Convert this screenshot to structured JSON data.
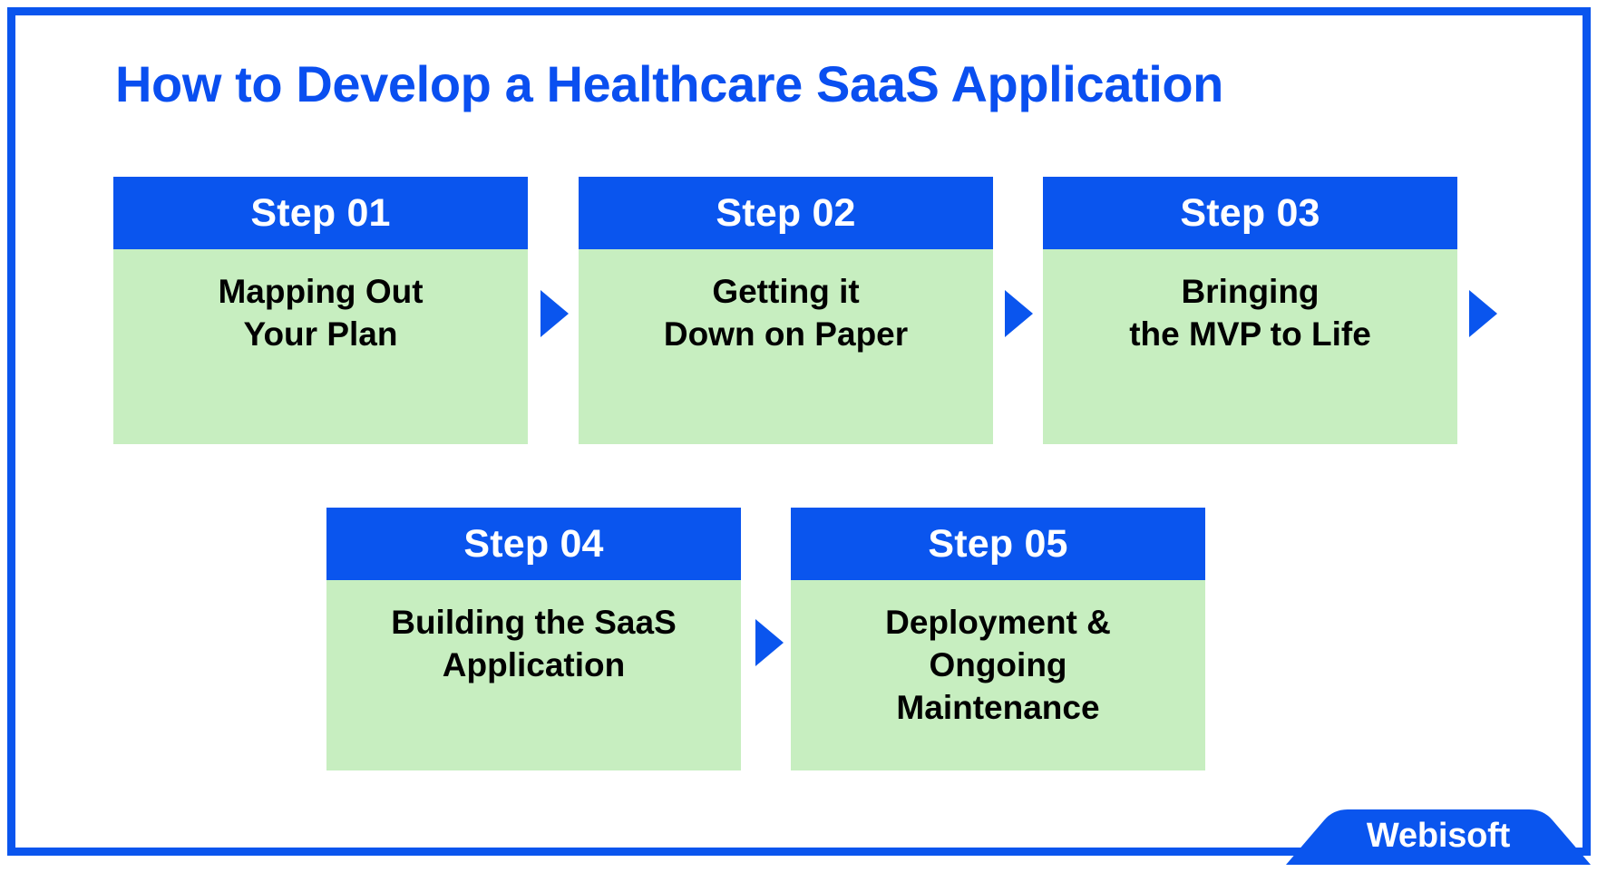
{
  "poster": {
    "title": "How to Develop a Healthcare SaaS Application",
    "border_color": "#0a55ee",
    "accent_blue": "#0a55ee",
    "title_blue": "#0a4ff0",
    "card_body_green": "#c7eec0",
    "card_text_color": "#000000"
  },
  "steps": [
    {
      "number_label": "Step 01",
      "title": "Mapping Out\nYour Plan"
    },
    {
      "number_label": "Step 02",
      "title": "Getting it\nDown on Paper"
    },
    {
      "number_label": "Step 03",
      "title": "Bringing\nthe MVP to Life"
    },
    {
      "number_label": "Step 04",
      "title": "Building the SaaS\nApplication"
    },
    {
      "number_label": "Step 05",
      "title": "Deployment &\nOngoing\nMaintenance"
    }
  ],
  "arrows": [
    {
      "name": "arrow-step1-to-step2",
      "direction": "right"
    },
    {
      "name": "arrow-step2-to-step3",
      "direction": "right"
    },
    {
      "name": "arrow-step3-to-step4",
      "direction": "right"
    },
    {
      "name": "arrow-step4-to-step5",
      "direction": "right"
    }
  ],
  "brand": {
    "name": "Webisoft"
  }
}
